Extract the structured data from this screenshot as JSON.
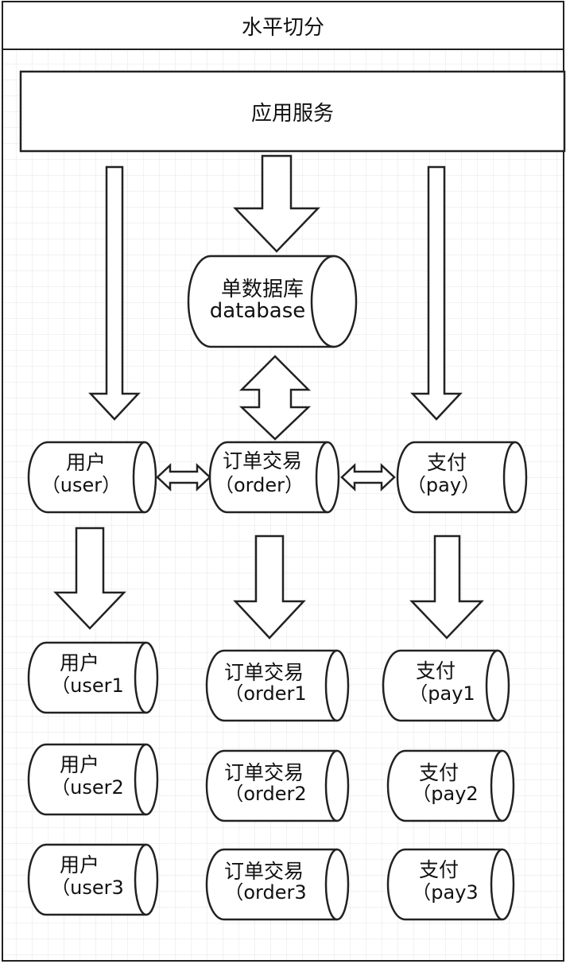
{
  "diagram": {
    "title": "水平切分",
    "app_service": "应用服务",
    "main_db": {
      "name": "单数据库",
      "sub": "database"
    },
    "databases": [
      {
        "id": "user",
        "name": "用户",
        "sub": "（user）"
      },
      {
        "id": "order",
        "name": "订单交易",
        "sub": "（order）"
      },
      {
        "id": "pay",
        "name": "支付",
        "sub": "（pay）"
      }
    ],
    "shards": [
      {
        "id": "user1",
        "name": "用户",
        "sub": "（user1"
      },
      {
        "id": "order1",
        "name": "订单交易",
        "sub": "（order1"
      },
      {
        "id": "pay1",
        "name": "支付",
        "sub": "（pay1"
      },
      {
        "id": "user2",
        "name": "用户",
        "sub": "（user2"
      },
      {
        "id": "order2",
        "name": "订单交易",
        "sub": "（order2"
      },
      {
        "id": "pay2",
        "name": "支付",
        "sub": "（pay2"
      },
      {
        "id": "user3",
        "name": "用户",
        "sub": "（user3"
      },
      {
        "id": "order3",
        "name": "订单交易",
        "sub": "（order3"
      },
      {
        "id": "pay3",
        "name": "支付",
        "sub": "（pay3"
      }
    ]
  }
}
